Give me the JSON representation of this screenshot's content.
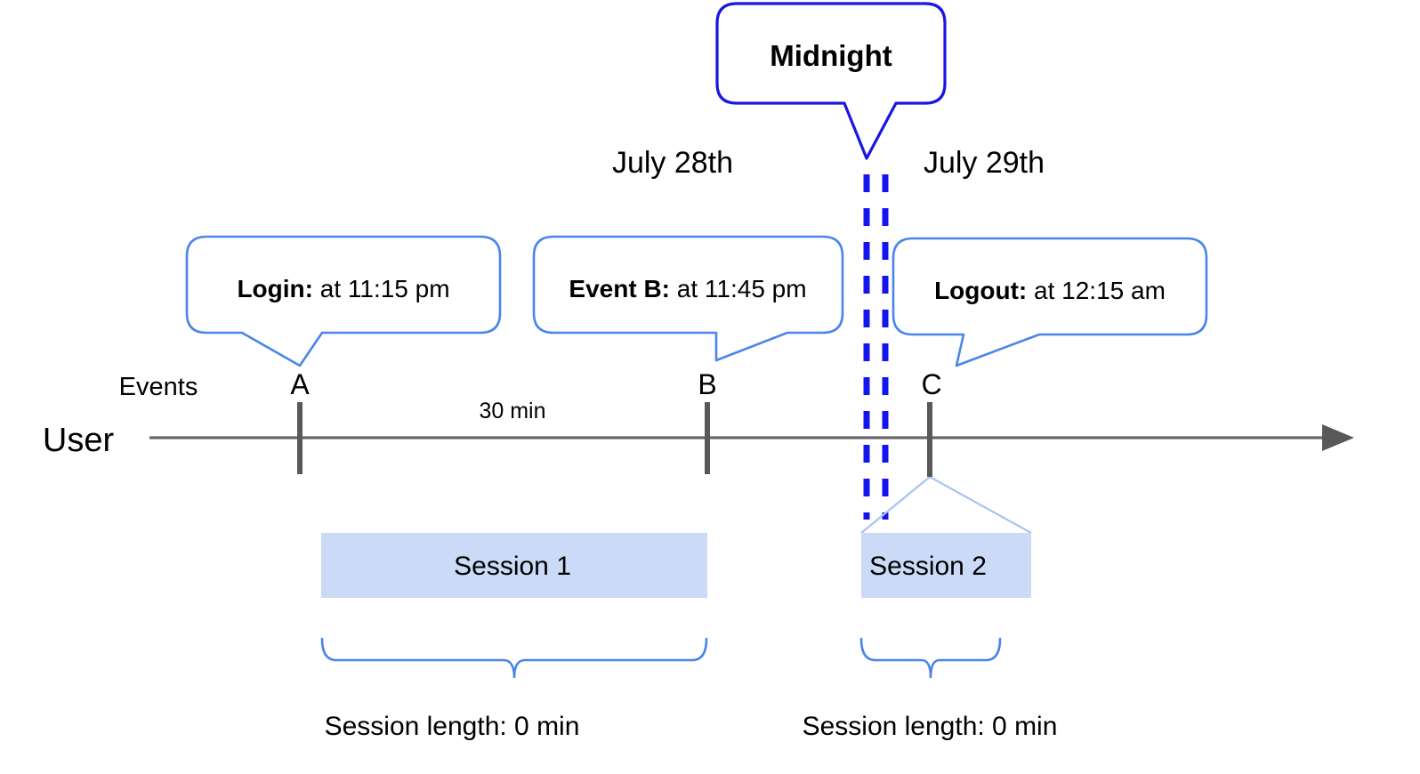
{
  "diagram": {
    "title_callout": {
      "label": "Midnight",
      "border_color": "#1a16e0",
      "fill_color": "#ffffff",
      "text_color": "#000000"
    },
    "day_labels": [
      {
        "name": "day-label-left",
        "text": "July 28th"
      },
      {
        "name": "day-label-right",
        "text": "July 29th"
      }
    ],
    "event_callouts": [
      {
        "name": "callout-login",
        "bold_text": "Login:",
        "rest_text": " at 11:15 pm",
        "border_color": "#4a86e8"
      },
      {
        "name": "callout-event-b",
        "bold_text": "Event B:",
        "rest_text": " at 11:45 pm",
        "border_color": "#4a86e8"
      },
      {
        "name": "callout-logout",
        "bold_text": "Logout:",
        "rest_text": " at 12:15 am",
        "border_color": "#4a86e8"
      }
    ],
    "axis": {
      "row_label": "User",
      "events_label": "Events",
      "line_color": "#676767",
      "tick_color": "#595959",
      "event_markers": [
        {
          "name": "event-marker-a",
          "letter": "A"
        },
        {
          "name": "event-marker-b",
          "letter": "B"
        },
        {
          "name": "event-marker-c",
          "letter": "C"
        }
      ],
      "interval_label": "30 min"
    },
    "midnight_divider": {
      "name": "midnight-dashed-lines",
      "color": "#1414ee",
      "line_count": 2
    },
    "sessions": [
      {
        "name": "session-1",
        "label": "Session 1",
        "fill_color": "#cbdaf7",
        "length_label": "Session length: 0 min"
      },
      {
        "name": "session-2",
        "label": "Session 2",
        "fill_color": "#cbdaf7",
        "length_label": "Session length: 0 min"
      }
    ],
    "brace_color": "#4a86e8",
    "session2_connector_color": "#a8c4ef"
  }
}
